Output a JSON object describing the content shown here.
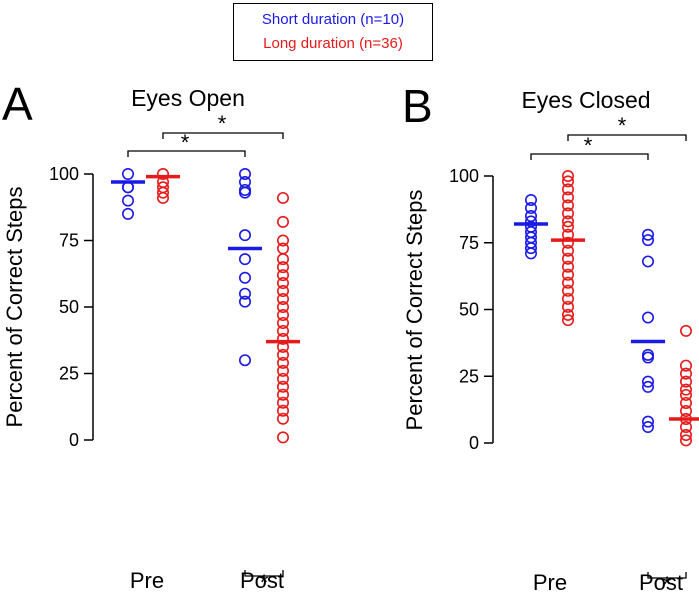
{
  "legend": {
    "entries": [
      {
        "label": "Short duration (n=10)",
        "color": "#1a1ae6"
      },
      {
        "label": "Long duration (n=36)",
        "color": "#e61a1a"
      }
    ]
  },
  "chart_data": [
    {
      "type": "scatter",
      "panel_letter": "A",
      "title": "Eyes Open",
      "ylabel": "Percent of Correct Steps",
      "ylim": [
        0,
        100
      ],
      "yticks": [
        "0",
        "25",
        "50",
        "75",
        "100"
      ],
      "categories": [
        "Pre",
        "Post"
      ],
      "series": [
        {
          "name": "Short duration (n=10)",
          "color": "#1a1ae6",
          "pre": [
            100,
            95,
            95,
            90,
            85
          ],
          "pre_mean": 97,
          "post": [
            100,
            97,
            94,
            93,
            77,
            68,
            61,
            55,
            52,
            30
          ],
          "post_mean": 72
        },
        {
          "name": "Long duration (n=36)",
          "color": "#e61a1a",
          "pre": [
            100,
            97,
            95,
            93,
            91
          ],
          "pre_mean": 99,
          "post": [
            91,
            82,
            75,
            72,
            68,
            65,
            62,
            59,
            56,
            53,
            50,
            47,
            44,
            41,
            38,
            35,
            32,
            29,
            26,
            23,
            20,
            17,
            14,
            11,
            8,
            1
          ],
          "post_mean": 37
        }
      ],
      "significance": [
        {
          "label": "*",
          "between": "short-pre vs short-post"
        },
        {
          "label": "*",
          "between": "long-pre vs long-post"
        },
        {
          "label": "*",
          "between": "short-post vs long-post"
        }
      ]
    },
    {
      "type": "scatter",
      "panel_letter": "B",
      "title": "Eyes Closed",
      "ylabel": "Percent of Correct Steps",
      "ylim": [
        0,
        100
      ],
      "yticks": [
        "0",
        "25",
        "50",
        "75",
        "100"
      ],
      "categories": [
        "Pre",
        "Post"
      ],
      "series": [
        {
          "name": "Short duration (n=10)",
          "color": "#1a1ae6",
          "pre": [
            91,
            88,
            85,
            83,
            81,
            79,
            77,
            75,
            73,
            71
          ],
          "pre_mean": 82,
          "post": [
            78,
            76,
            68,
            47,
            33,
            32,
            23,
            21,
            8,
            6
          ],
          "post_mean": 38
        },
        {
          "name": "Long duration (n=36)",
          "color": "#e61a1a",
          "pre": [
            100,
            98,
            95,
            92,
            89,
            86,
            83,
            81,
            78,
            75,
            72,
            69,
            66,
            63,
            60,
            57,
            54,
            51,
            48,
            46
          ],
          "pre_mean": 76,
          "post": [
            42,
            29,
            26,
            23,
            20,
            18,
            15,
            12,
            9,
            6,
            3,
            1
          ],
          "post_mean": 9
        }
      ],
      "significance": [
        {
          "label": "*",
          "between": "short-pre vs short-post"
        },
        {
          "label": "*",
          "between": "long-pre vs long-post"
        },
        {
          "label": "*",
          "between": "short-post vs long-post"
        }
      ]
    }
  ]
}
